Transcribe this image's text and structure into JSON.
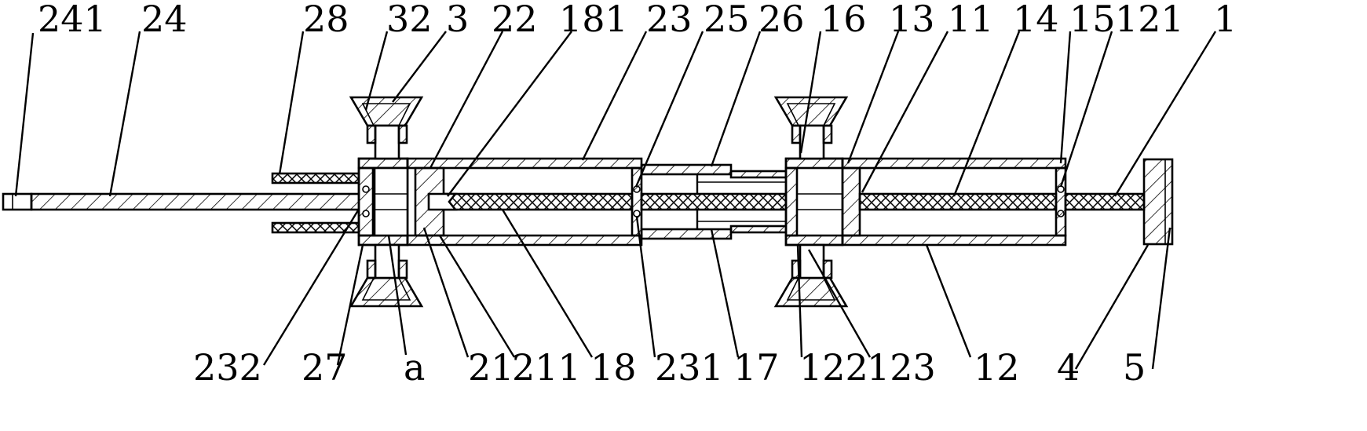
{
  "labels": {
    "l241": "241",
    "l24": "24",
    "l28": "28",
    "l32": "32",
    "l3": "3",
    "l22": "22",
    "l181": "181",
    "l23": "23",
    "l25": "25",
    "l26": "26",
    "l16": "16",
    "l13": "13",
    "l11": "11",
    "l14": "14",
    "l15": "15",
    "l121": "121",
    "l1": "1",
    "l232": "232",
    "l27": "27",
    "la": "a",
    "l21": "21",
    "l211": "211",
    "l18": "18",
    "l231": "231",
    "l17": "17",
    "l122": "122",
    "l123": "123",
    "l12": "12",
    "l4": "4",
    "l5": "5"
  }
}
